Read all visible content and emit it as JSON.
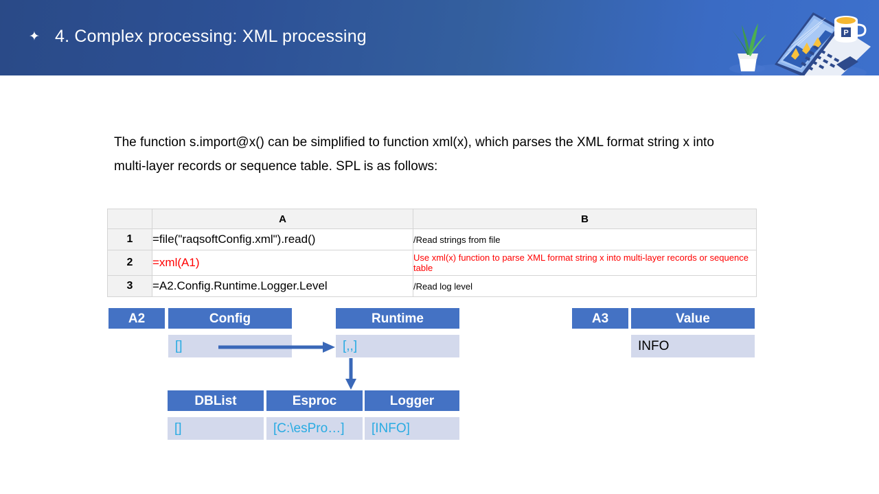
{
  "banner": {
    "bullet_icon": "diamond-bullet-icon",
    "title": "4. Complex processing: XML processing",
    "gradient_from": "#2a4a87",
    "gradient_to": "#3d70cc"
  },
  "illustration": {
    "name": "laptop-plant-coffee-illustration",
    "laptop_icon": "laptop-icon",
    "plant_icon": "potted-plant-icon",
    "mug_icon": "coffee-mug-icon",
    "mug_label": "P",
    "chart_icon": "line-chart-icon"
  },
  "body": {
    "paragraph": "The function s.import@x() can be simplified to function xml(x), which parses the XML format string x into multi-layer records or sequence table. SPL is as follows:"
  },
  "spl_table": {
    "headers": [
      "",
      "A",
      "B"
    ],
    "rows": [
      {
        "index": "1",
        "a": "=file(\"raqsoftConfig.xml\").read()",
        "a_color": "#000000",
        "b": "/Read strings from file",
        "b_color": "#000000"
      },
      {
        "index": "2",
        "a": "=xml(A1)",
        "a_color": "#ff0000",
        "b": "Use xml(x) function to parse XML format string x into multi-layer records or sequence table",
        "b_color": "#ff0000"
      },
      {
        "index": "3",
        "a": "=A2.Config.Runtime.Logger.Level",
        "a_color": "#000000",
        "b": "/Read log level",
        "b_color": "#000000"
      }
    ]
  },
  "diagram": {
    "header_color": "#4472c4",
    "value_bg_color": "#d3d9ec",
    "value_text_color": "#29abe2",
    "arrow_color": "#3a68b8",
    "a2_label": "A2",
    "config_label": "Config",
    "config_value": "[]",
    "runtime_label": "Runtime",
    "runtime_value": "[,,]",
    "a3_label": "A3",
    "value_label": "Value",
    "value_value": "INFO",
    "dblist_label": "DBList",
    "dblist_value": "[]",
    "esproc_label": "Esproc",
    "esproc_value": "[C:\\esPro…]",
    "logger_label": "Logger",
    "logger_value": "[INFO]"
  }
}
